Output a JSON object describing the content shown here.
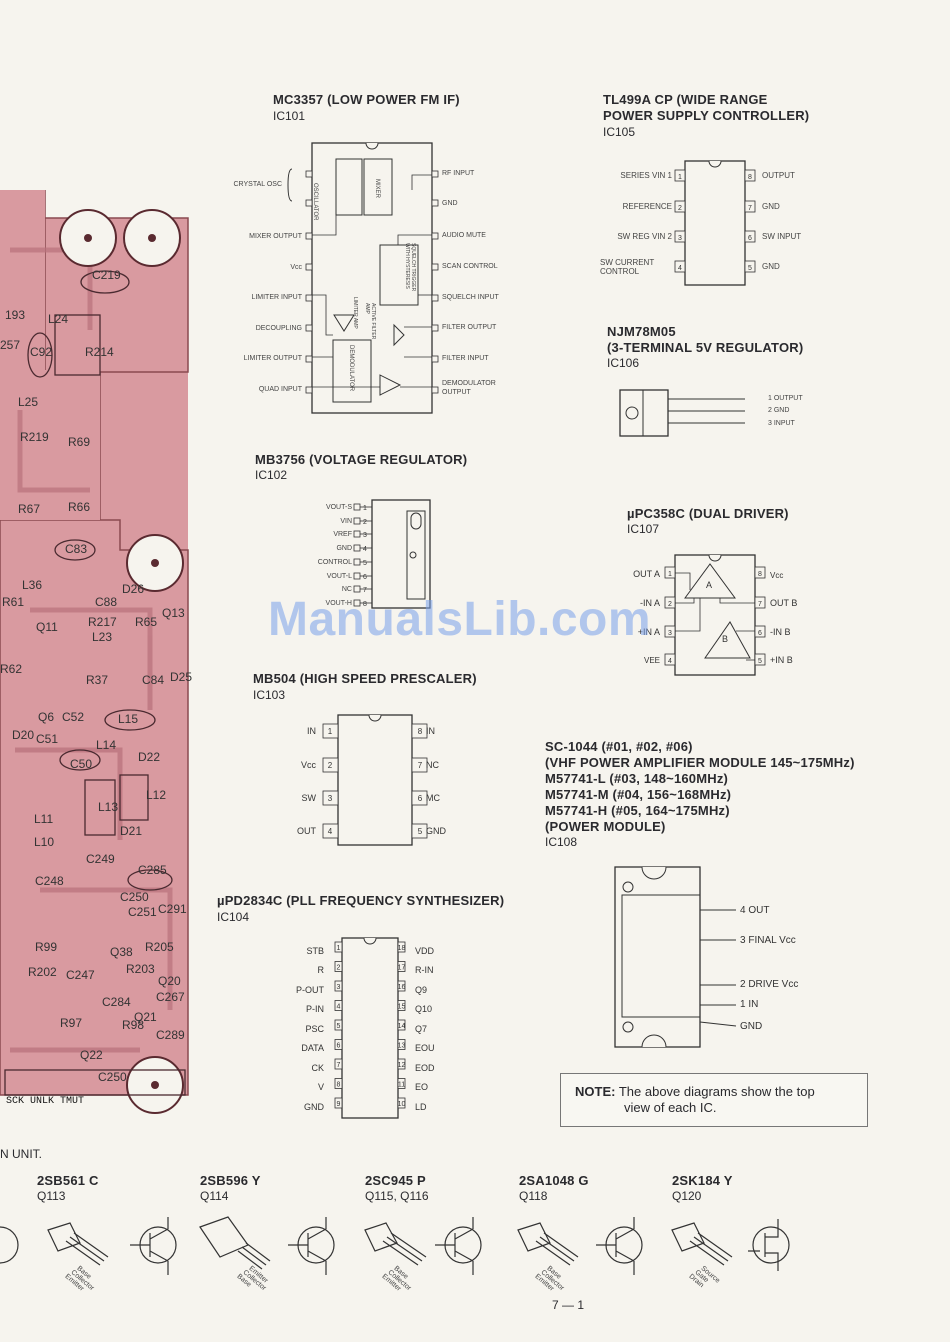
{
  "colors": {
    "pcb": "#d99aa0",
    "pcb_dark": "#b8707a",
    "ink": "#2a2a2e",
    "watermark": "#7aa0eb"
  },
  "ic101": {
    "title": "MC3357 (LOW POWER FM IF)",
    "ref": "IC101",
    "side_label": "CRYSTAL OSC",
    "left_pins": [
      "MIXER OUTPUT",
      "Vcc",
      "LIMITER INPUT",
      "DECOUPLING",
      "LIMITER OUTPUT",
      "QUAD INPUT"
    ],
    "right_pins": [
      "RF INPUT",
      "GND",
      "AUDIO MUTE",
      "SCAN CONTROL",
      "SQUELCH INPUT",
      "FILTER OUTPUT",
      "FILTER INPUT",
      "DEMODULATOR OUTPUT"
    ],
    "blocks": [
      "OSCILLATOR",
      "MIXER",
      "SQUELCH TRIGGER WITH HYSTERESIS",
      "LIMITER AMP",
      "ACTIVE FILTER AMP",
      "DEMODULATOR"
    ]
  },
  "ic102": {
    "title": "MB3756 (VOLTAGE REGULATOR)",
    "ref": "IC102",
    "pins": [
      "VOUT-S",
      "VIN",
      "VREF",
      "GND",
      "CONTROL",
      "VOUT-L",
      "NC",
      "VOUT-H"
    ]
  },
  "ic103": {
    "title": "MB504 (HIGH SPEED PRESCALER)",
    "ref": "IC103",
    "left_pins": [
      "IN",
      "Vcc",
      "SW",
      "OUT"
    ],
    "right_pins": [
      "IN",
      "NC",
      "MC",
      "GND"
    ]
  },
  "ic104": {
    "title": "µPD2834C (PLL FREQUENCY SYNTHESIZER)",
    "ref": "IC104",
    "left_pins": [
      "STB",
      "R",
      "P-OUT",
      "P-IN",
      "PSC",
      "DATA",
      "CK",
      "V",
      "GND"
    ],
    "right_pins": [
      "VDD",
      "R-IN",
      "Q9",
      "Q10",
      "Q7",
      "EOU",
      "EOD",
      "EO",
      "LD"
    ]
  },
  "ic105": {
    "title": "TL499A CP (WIDE RANGE",
    "title2": "POWER SUPPLY CONTROLLER)",
    "ref": "IC105",
    "left_pins": [
      "SERIES VIN 1",
      "REFERENCE",
      "SW REG VIN 2",
      "SW CURRENT CONTROL"
    ],
    "right_pins": [
      "OUTPUT",
      "GND",
      "SW INPUT",
      "GND"
    ]
  },
  "ic106": {
    "title": "NJM78M05",
    "title2": "(3-TERMINAL 5V REGULATOR)",
    "ref": "IC106",
    "pins": [
      "1 OUTPUT",
      "2 GND",
      "3 INPUT"
    ]
  },
  "ic107": {
    "title": "µPC358C (DUAL DRIVER)",
    "ref": "IC107",
    "left_pins": [
      "OUT A",
      "-IN A",
      "+IN A",
      "VEE"
    ],
    "right_pins": [
      "Vcc",
      "OUT B",
      "-IN B",
      "+IN B"
    ]
  },
  "ic108": {
    "lines": [
      "SC-1044 (#01, #02, #06)",
      "(VHF POWER AMPLIFIER MODULE 145~175MHz)",
      "M57741-L (#03, 148~160MHz)",
      "M57741-M (#04, 156~168MHz)",
      "M57741-H (#05, 164~175MHz)",
      "(POWER MODULE)"
    ],
    "ref": "IC108",
    "pins": [
      "4 OUT",
      "3 FINAL Vcc",
      "2 DRIVE Vcc",
      "1 IN",
      "GND"
    ]
  },
  "note": {
    "label": "NOTE:",
    "text": "The above diagrams show the top",
    "text2": "view of each IC."
  },
  "watermark": "ManualsLib.com",
  "unit_caption": "N UNIT.",
  "pcb_labels": [
    "L24",
    "C219",
    "193",
    "257",
    "R214",
    "C92",
    "L25",
    "R219",
    "R69",
    "R67",
    "R66",
    "C83",
    "L36",
    "D26",
    "Q13",
    "C88",
    "R61",
    "Q11",
    "L23",
    "R217",
    "R65",
    "C84",
    "D25",
    "R37",
    "R62",
    "C52",
    "L15",
    "Q6",
    "L14",
    "D20",
    "C51",
    "D22",
    "C50",
    "L12",
    "L13",
    "D21",
    "L11",
    "L10",
    "C249",
    "C285",
    "C248",
    "C250",
    "C291",
    "C251",
    "R205",
    "R99",
    "Q38",
    "R203",
    "Q20",
    "R202",
    "C247",
    "C267",
    "C284",
    "Q21",
    "R97",
    "R98",
    "C289",
    "Q22",
    "C250",
    "SCK UNLK TMUT"
  ],
  "transistors": [
    {
      "part": "2SB561 C",
      "ref": "Q113",
      "leads": [
        "Base",
        "Collector",
        "Emitter"
      ]
    },
    {
      "part": "2SB596 Y",
      "ref": "Q114",
      "leads": [
        "Emitter",
        "Collector",
        "Base"
      ]
    },
    {
      "part": "2SC945 P",
      "ref": "Q115, Q116",
      "leads": [
        "Base",
        "Collector",
        "Emitter"
      ]
    },
    {
      "part": "2SA1048 G",
      "ref": "Q118",
      "leads": [
        "Base",
        "Collector",
        "Emitter"
      ]
    },
    {
      "part": "2SK184 Y",
      "ref": "Q120",
      "leads": [
        "Source",
        "Gate",
        "Drain"
      ]
    }
  ],
  "page_number": "7 — 1"
}
